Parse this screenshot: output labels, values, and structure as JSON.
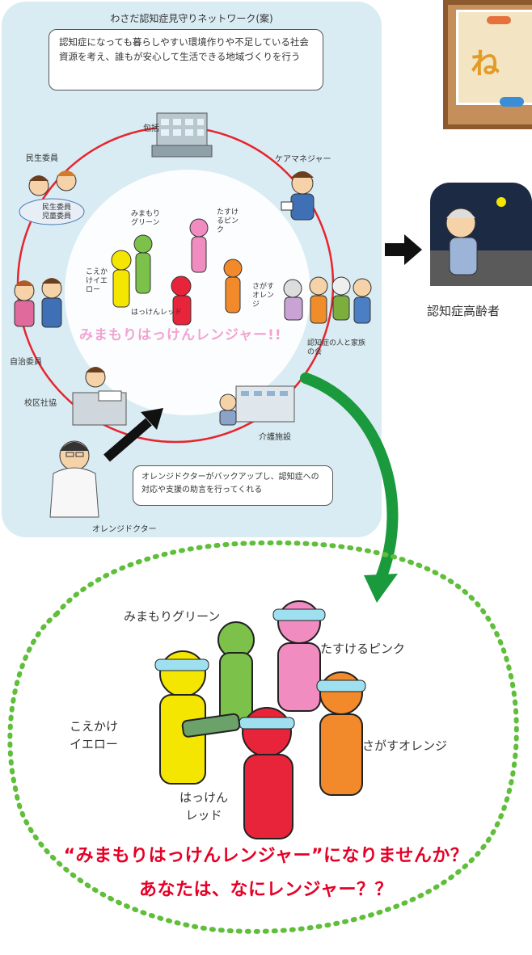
{
  "network": {
    "title": "わさだ認知症見守りネットワーク(案)",
    "mission": "認知症になっても暮らしやすい環境作りや不足している社会資源を考え、誰もが安心して生活できる地域づくりを行う",
    "nodes": {
      "center": "包括",
      "care_manager": "ケアマネジャー",
      "welfare": "民生委員",
      "welfare_sub1": "民生委員",
      "welfare_sub2": "児童委員",
      "family": "認知症の人と家族の会",
      "self_gov": "自治委員",
      "school": "校区社協",
      "facility": "介護施設",
      "doctor": "オレンジドクター"
    },
    "inner_labels": {
      "green": "みまもりグリーン",
      "pink": "たすけるピンク",
      "yellow": "こえかけイエロー",
      "orange": "さがすオレンジ",
      "red": "はっけんレッド"
    },
    "banner": "みまもりはっけんレンジャー!!",
    "doctor_note": "オレンジドクターがバックアップし、認知症への対応や支援の助言を行ってくれる"
  },
  "sign": {
    "glyph": "ね"
  },
  "elder": {
    "label": "認知症高齢者"
  },
  "rangers": {
    "green": "みまもりグリーン",
    "pink": "たすけるピンク",
    "yellow_line1": "こえかけ",
    "yellow_line2": "イエロー",
    "orange": "さがすオレンジ",
    "red_line1": "はっけん",
    "red_line2": "レッド"
  },
  "slogan": {
    "line1": "“みまもりはっけんレンジャー”になりませんか？",
    "line2": "あなたは、なにレンジャー？？"
  },
  "colors": {
    "panel": "#d9ecf3",
    "ring": "#e8242d",
    "arrow_green": "#1a9a3c",
    "slogan": "#e60026",
    "ranger_red": "#e8243a",
    "ranger_pink": "#f08cc0",
    "ranger_yellow": "#f4e600",
    "ranger_orange": "#f2892a",
    "ranger_green": "#7cc24a"
  }
}
